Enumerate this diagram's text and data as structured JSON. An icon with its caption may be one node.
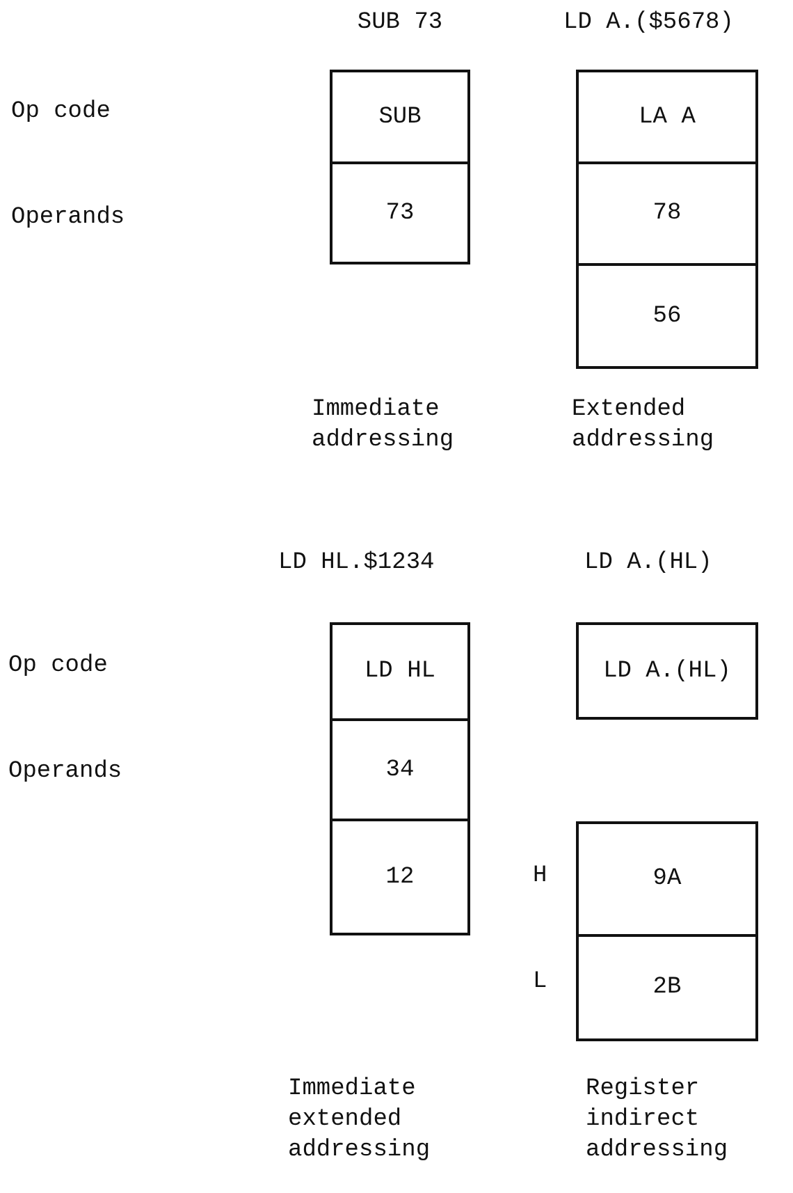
{
  "diagram": {
    "nodes": [
      {
        "text": [
          "SUB"
        ]
      },
      {
        "text": [
          "73"
        ]
      },
      {
        "text": [
          "LA A"
        ]
      },
      {
        "text": [
          "78"
        ]
      },
      {
        "text": [
          "56"
        ]
      },
      {
        "text": [
          "LD HL"
        ]
      },
      {
        "text": [
          "34"
        ]
      },
      {
        "text": [
          "12"
        ]
      },
      {
        "text": [
          "LD A.(HL)"
        ]
      },
      {
        "text": [
          "9A"
        ],
        "beside": [
          "H"
        ]
      },
      {
        "text": [
          "2B"
        ],
        "beside": [
          "L"
        ]
      }
    ],
    "labels": [
      "SUB 73",
      "LD A.($5678)",
      "Op code",
      "Operands",
      "Immediate addressing",
      "Extended addressing",
      "LD HL.$1234",
      "LD A.(HL)",
      "Op code",
      "Operands",
      "Immediate extended addressing",
      "Register indirect addressing"
    ]
  }
}
